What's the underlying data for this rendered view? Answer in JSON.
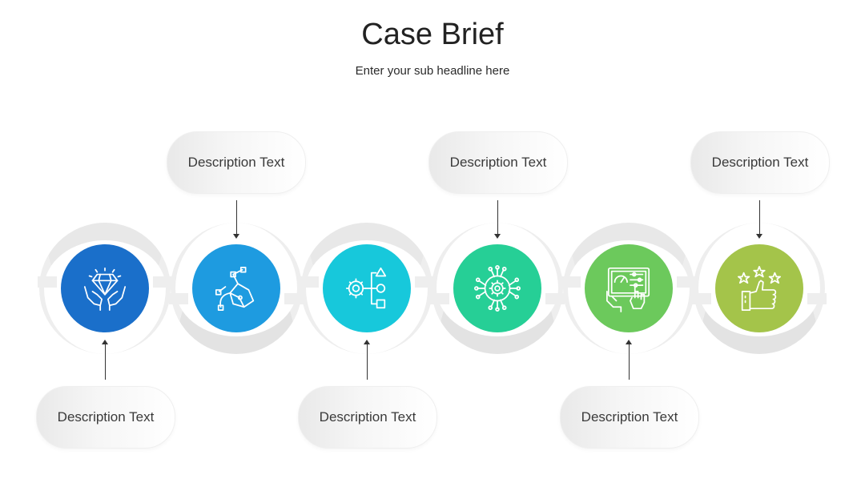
{
  "header": {
    "title": "Case Brief",
    "subtitle": "Enter your sub headline here"
  },
  "steps": [
    {
      "label": "Description Text",
      "color": "#1a6fca",
      "icon": "diamond-hands-icon"
    },
    {
      "label": "Description Text",
      "color": "#1e9be0",
      "icon": "pen-tool-icon"
    },
    {
      "label": "Description Text",
      "color": "#17c8db",
      "icon": "gear-shapes-icon"
    },
    {
      "label": "Description Text",
      "color": "#26cf96",
      "icon": "circuit-gear-icon"
    },
    {
      "label": "Description Text",
      "color": "#6cc95c",
      "icon": "tablet-dashboard-icon"
    },
    {
      "label": "Description Text",
      "color": "#a4c44a",
      "icon": "thumbs-up-stars-icon"
    }
  ]
}
